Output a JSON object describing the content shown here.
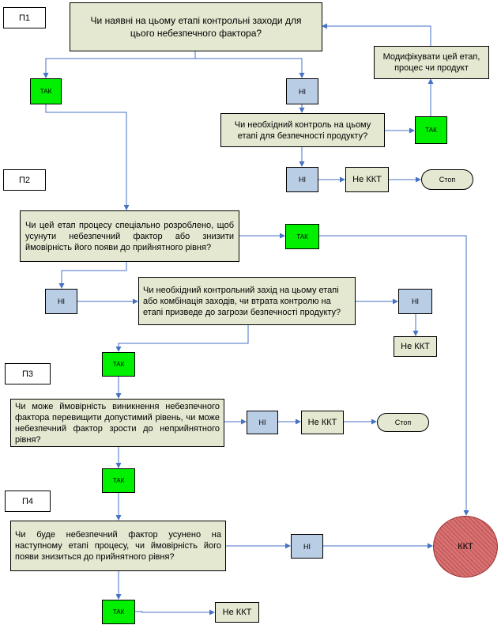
{
  "stages": {
    "p1": "П1",
    "p2": "П2",
    "p3": "П3",
    "p4": "П4"
  },
  "q1": "Чи наявні на цьому етапі  контрольні заходи для цього небезпечного фактора?",
  "modify": "Модифікувати цей етап, процес чи продукт",
  "q1b": "Чи необхідний контроль на цьому етапі для безпечності продукту?",
  "q2": "Чи цей етап процесу спеціально розроблено, щоб усунути небезпечний фактор або знизити ймовірність його появи до прийнятного рівня?",
  "q2b": "Чи необхідний контрольний захід на цьому етапі або комбінація заходів, чи втрата контролю на етапі призведе  до загрози безпечності продукту?",
  "q3": "Чи може ймовірність виникнення небезпечного фактора перевищити допустимий рівень, чи може небезпечний фактор зрости до неприйнятного рівня?",
  "q4": "Чи буде небезпечний фактор усунено на наступному етапі процесу, чи ймовірність його появи знизиться до прийнятного рівня?",
  "yes": "ТАК",
  "no": "НІ",
  "not_ccp": "Не ККТ",
  "stop": "Стоп",
  "ccp": "ККТ",
  "colors": {
    "question_fill": "#e4e8d0",
    "yes_fill": "#00f000",
    "no_fill": "#b9cde5",
    "ccp_fill": "#d87272",
    "arrow": "#4472c4"
  }
}
